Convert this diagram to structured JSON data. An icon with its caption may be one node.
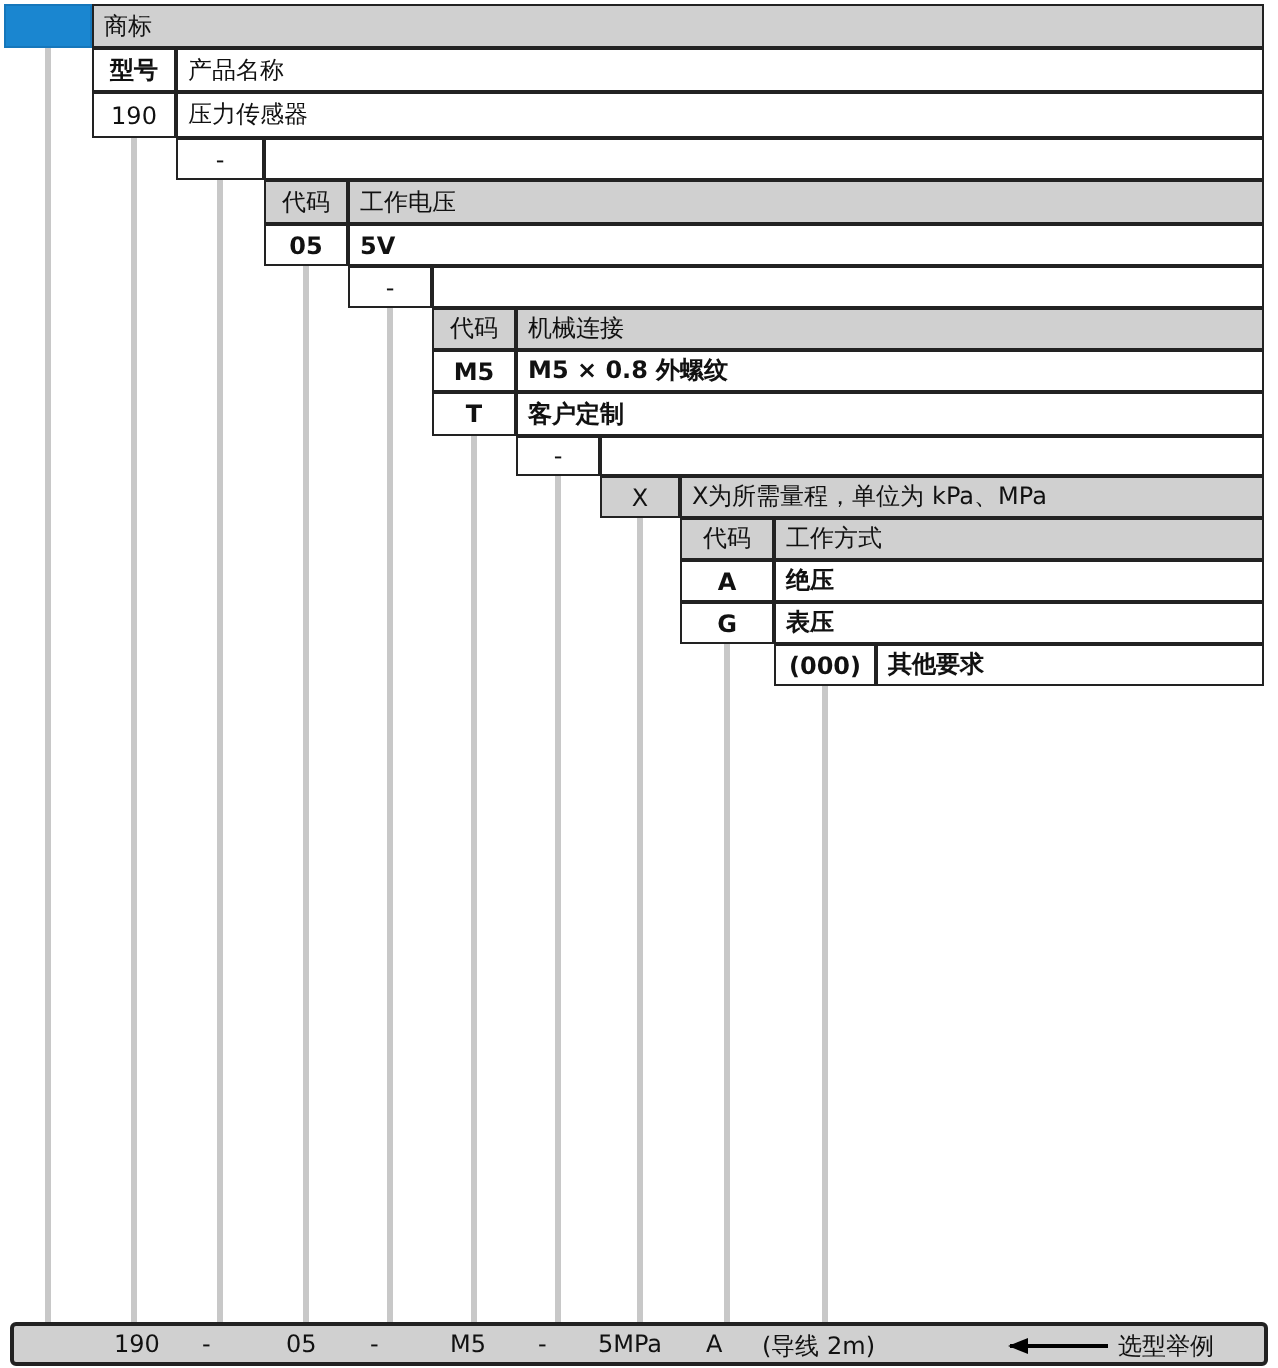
{
  "diagram": {
    "nodes": [
      {
        "text": [],
        "shape": "box"
      },
      {
        "text": [
          "商标"
        ]
      },
      {
        "text": [
          "型号"
        ]
      },
      {
        "text": [
          "产品名称"
        ]
      },
      {
        "text": [
          "190"
        ]
      },
      {
        "text": [
          "压力传感器"
        ]
      },
      {
        "text": [
          "-"
        ]
      },
      {
        "text": [],
        "shape": "box"
      },
      {
        "text": [
          "代码"
        ]
      },
      {
        "text": [
          "工作电压"
        ]
      },
      {
        "text": [
          "05"
        ]
      },
      {
        "text": [
          "5V"
        ]
      },
      {
        "text": [
          "-"
        ]
      },
      {
        "text": [],
        "shape": "box"
      },
      {
        "text": [
          "代码"
        ]
      },
      {
        "text": [
          "机械连接"
        ]
      },
      {
        "text": [
          "M5"
        ]
      },
      {
        "text": [
          "M5 × 0.8 外螺纹"
        ]
      },
      {
        "text": [
          "T"
        ]
      },
      {
        "text": [
          "客户定制"
        ]
      },
      {
        "text": [
          "-"
        ]
      },
      {
        "text": [],
        "shape": "box"
      },
      {
        "text": [
          "X"
        ]
      },
      {
        "text": [
          "X为所需量程，单位为 kPa、MPa"
        ]
      },
      {
        "text": [
          "代码"
        ]
      },
      {
        "text": [
          "工作方式"
        ]
      },
      {
        "text": [
          "A"
        ]
      },
      {
        "text": [
          "绝压"
        ]
      },
      {
        "text": [
          "G"
        ]
      },
      {
        "text": [
          "表压"
        ]
      },
      {
        "text": [
          "(000)"
        ]
      },
      {
        "text": [
          "其他要求"
        ]
      },
      {
        "text": [],
        "shape": "bar"
      },
      {
        "text": [
          "190"
        ],
        "in": 32
      },
      {
        "text": [
          "-"
        ],
        "in": 32
      },
      {
        "text": [
          "05"
        ],
        "in": 32
      },
      {
        "text": [
          "-"
        ],
        "in": 32
      },
      {
        "text": [
          "M5"
        ],
        "in": 32
      },
      {
        "text": [
          "-"
        ],
        "in": 32
      },
      {
        "text": [
          "5MPa"
        ],
        "in": 32
      },
      {
        "text": [
          "A"
        ],
        "in": 32
      },
      {
        "text": [
          "(导线 2m)"
        ],
        "in": 32
      },
      {
        "text": [
          "选型举例"
        ],
        "in": 32
      }
    ],
    "edges": [
      {
        "from": 0,
        "to": 32,
        "arrow": "none"
      },
      {
        "from": 4,
        "to": 33,
        "arrow": "none"
      },
      {
        "from": 6,
        "to": 34,
        "arrow": "none"
      },
      {
        "from": 10,
        "to": 35,
        "arrow": "none"
      },
      {
        "from": 12,
        "to": 36,
        "arrow": "none"
      },
      {
        "from": 18,
        "to": 37,
        "arrow": "none"
      },
      {
        "from": 20,
        "to": 38,
        "arrow": "none"
      },
      {
        "from": 22,
        "to": 39,
        "arrow": "none"
      },
      {
        "from": 28,
        "to": 40,
        "arrow": "none"
      },
      {
        "from": 30,
        "to": 41,
        "arrow": "none"
      },
      {
        "from": 42,
        "to": null,
        "arrow": "to",
        "color": "#000000"
      }
    ]
  }
}
